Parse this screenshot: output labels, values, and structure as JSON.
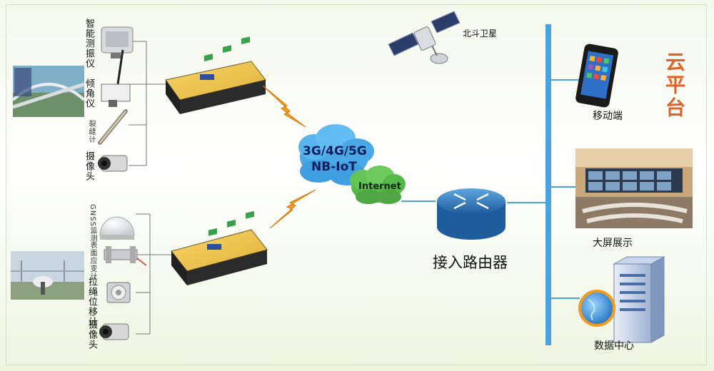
{
  "sensors_top": {
    "vibration": "智能测振仪",
    "tilt": "倾角仪",
    "crack": "裂缝计",
    "camera": "摄像头"
  },
  "sensors_bottom": {
    "gnss": "GNSS监测",
    "strain": "表面应变计",
    "wire": "拉绳位移计",
    "camera": "摄像头"
  },
  "satellite": "北斗卫星",
  "network": {
    "line1": "3G/4G/5G",
    "line2": "NB-IoT",
    "internet": "Internet"
  },
  "router": "接入路由器",
  "platform": "云平台",
  "endpoints": {
    "mobile": "移动端",
    "display": "大屏展示",
    "datacenter": "数据中心"
  },
  "colors": {
    "bus": "#4aa3df",
    "platform": "#e0642a",
    "gateway_top": "#f2c94c",
    "terminal": "#3aa14a",
    "router": "#2f74b5",
    "lightning": "#f29b1d",
    "cloud_blue": "#4aa8e6",
    "cloud_green": "#57b84a"
  }
}
